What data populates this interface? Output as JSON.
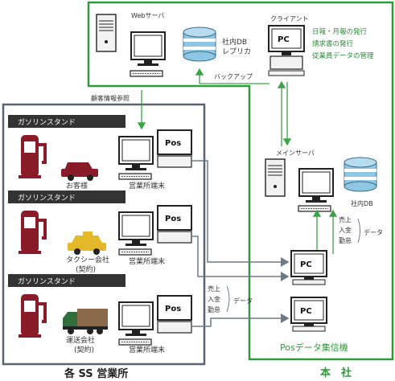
{
  "colors": {
    "hq_border": "#2e9a3a",
    "ss_border": "#5a6470",
    "arrow_gray": "#6e7a88",
    "arrow_green": "#3aa447",
    "pump_red": "#8a1c2a",
    "db_blue": "#8ec6e4"
  },
  "headquarters": {
    "title": "本　社",
    "web_server": "Webサーバ",
    "replica_db": [
      "社内DB",
      "レプリカ"
    ],
    "backup": "バックアップ",
    "client": "クライアント",
    "client_tasks": [
      "日報・月報の発行",
      "請求書の発行",
      "従業員データの管理"
    ],
    "main_server": "メインサーバ",
    "company_db": "社内DB",
    "pos_aggregator": "Posデータ集信機",
    "pc_label": "PC",
    "upload_items": [
      "売上",
      "入金",
      "勤怠"
    ],
    "data_label": "データ"
  },
  "stations": {
    "title": "各 SS 営業所",
    "customer_ref": "顧客情報参照",
    "banner": "ガソリンスタンド",
    "terminal": "営業所端末",
    "pos_label": "Pos",
    "customers": [
      "お客様",
      [
        "タクシー会社",
        "(契約)"
      ],
      [
        "運送会社",
        "(契約)"
      ]
    ],
    "data_items": [
      "売上",
      "入金",
      "勤怠"
    ],
    "data_label": "データ"
  }
}
